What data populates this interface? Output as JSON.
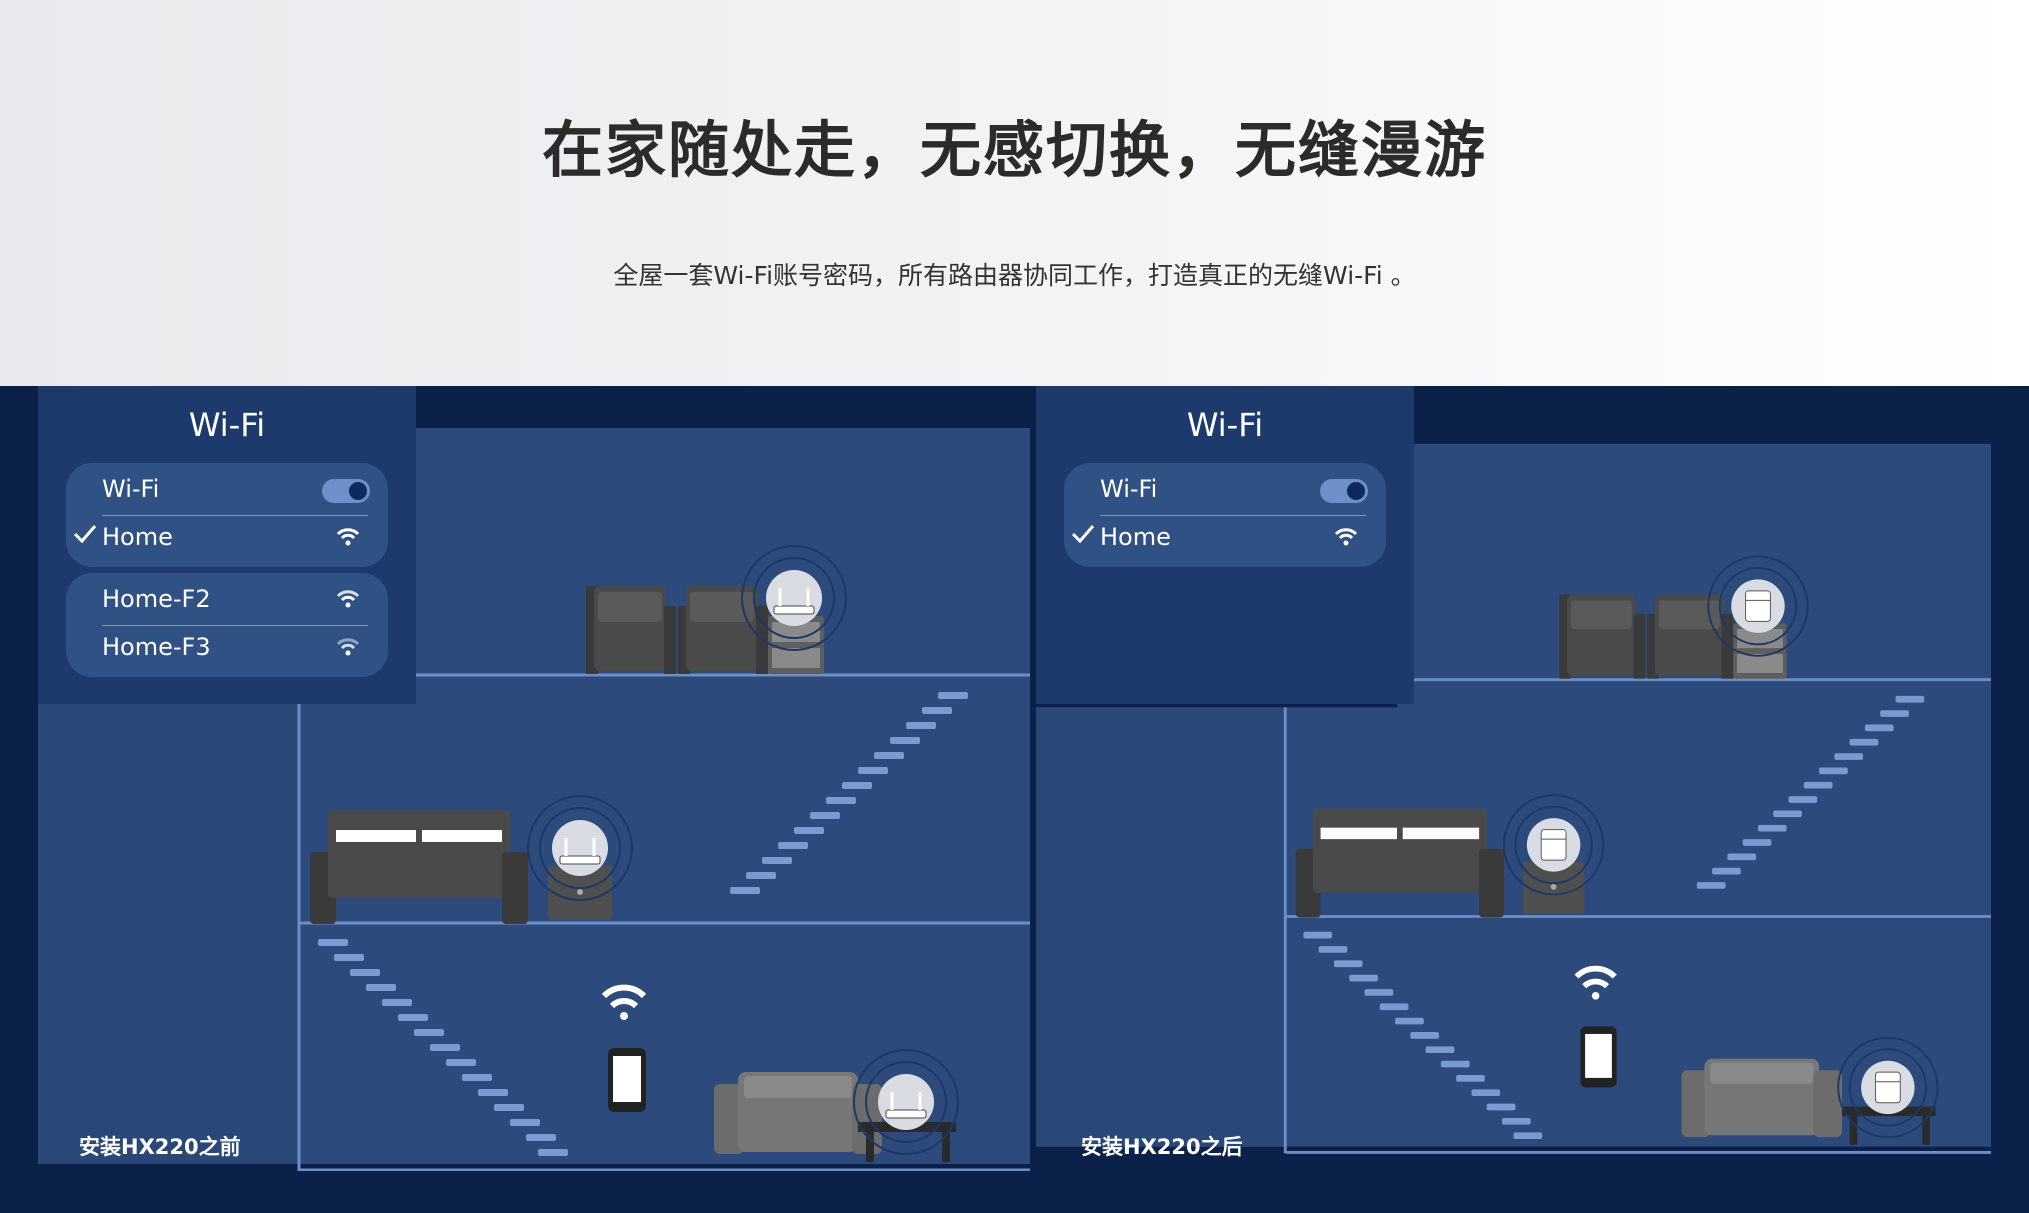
{
  "header": {
    "title": "在家随处走，无感切换，无缝漫游",
    "subtitle": "全屋一套Wi-Fi账号密码，所有路由器协同工作，打造真正的无缝Wi-Fi 。"
  },
  "panels": [
    {
      "menu_title": "Wi-Fi",
      "wifi_label": "Wi-Fi",
      "connected": "Home",
      "others": [
        "Home-F2",
        "Home-F3"
      ],
      "caption": "安装HX220之前"
    },
    {
      "menu_title": "Wi-Fi",
      "wifi_label": "Wi-Fi",
      "connected": "Home",
      "caption": "安装HX220之后"
    }
  ],
  "colors": {
    "outer_bg": "#0b2149",
    "scene_bg": "#2c4b7c",
    "menu_bg": "#1c3a6c",
    "menu_group": "#2f5184",
    "floor_line": "#6d8fc6"
  }
}
